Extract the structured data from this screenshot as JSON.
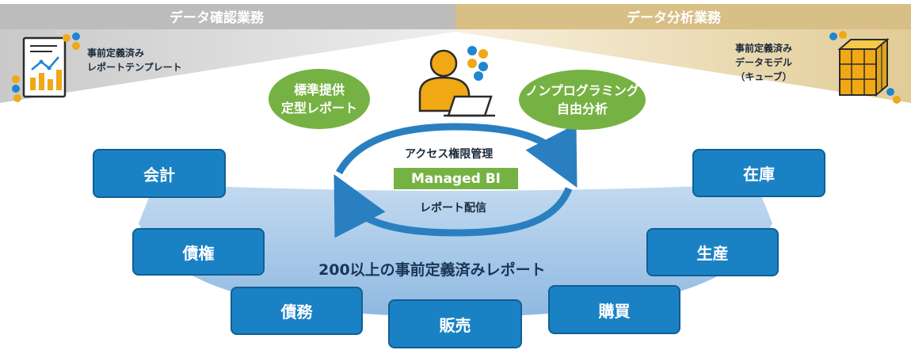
{
  "header": {
    "left_title": "データ確認業務",
    "right_title": "データ分析業務"
  },
  "left_panel": {
    "caption": "事前定義済み\nレポートテンプレート",
    "icon": "report-chart-document-icon"
  },
  "right_panel": {
    "caption": "事前定義済み\nデータモデル\n（キューブ）",
    "icon": "data-cube-icon"
  },
  "center": {
    "bubble_left": "標準提供\n定型レポート",
    "bubble_right": "ノンプログラミング\n自由分析",
    "user_icon": "user-at-laptop-icon",
    "access_label": "アクセス権限管理",
    "managed_bi": "Managed BI",
    "distribution_label": "レポート配信",
    "arc_label": "200以上の事前定義済みレポート"
  },
  "departments": {
    "accounting": "会計",
    "receivables": "債権",
    "payables": "債務",
    "sales": "販売",
    "purchasing": "購買",
    "production": "生産",
    "inventory": "在庫"
  },
  "colors": {
    "header_left": "#bcbcbc",
    "header_right": "#d8bf86",
    "bubble_green": "#76b243",
    "dept_blue": "#1a82c4",
    "arrow_blue": "#2a7fc1",
    "arc_light_blue": "#9cc3e6",
    "accent_orange": "#f1a815",
    "accent_blue": "#1f86d0"
  }
}
